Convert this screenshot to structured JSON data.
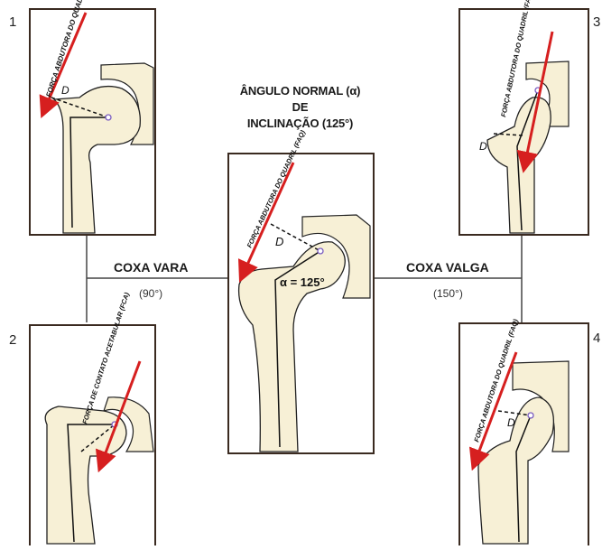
{
  "panels": {
    "p1": {
      "number": "1",
      "force_label": "FORÇA ABDUTORA DO QUADRIL",
      "d_label": "D"
    },
    "p2": {
      "number": "2",
      "force_label": "FORÇA DE CONTATO ACETABULAR (FCA)"
    },
    "p3": {
      "number": "3",
      "force_label": "FORÇA ABDUTORA DO QUADRIL (FAQ)",
      "d_label": "D"
    },
    "p4": {
      "number": "4",
      "force_label": "FORÇA ABDUTORA DO QUADRIL (FAQ)",
      "d_label": "D"
    },
    "center": {
      "force_label": "FORÇA ABDUTORA DO QUADRIL (FAQ)",
      "d_label": "D",
      "angle_label": "α = 125°"
    }
  },
  "title": {
    "line1": "ÂNGULO NORMAL (α)",
    "line2": "DE",
    "line3": "INCLINAÇÃO (125°)"
  },
  "left": {
    "label": "COXA VARA",
    "angle": "(90°)"
  },
  "right": {
    "label": "COXA VALGA",
    "angle": "(150°)"
  },
  "colors": {
    "arrow": "#d61f1f",
    "bone": "#f7f0d6",
    "line": "#111111",
    "center_point": "#7a5cc0"
  }
}
